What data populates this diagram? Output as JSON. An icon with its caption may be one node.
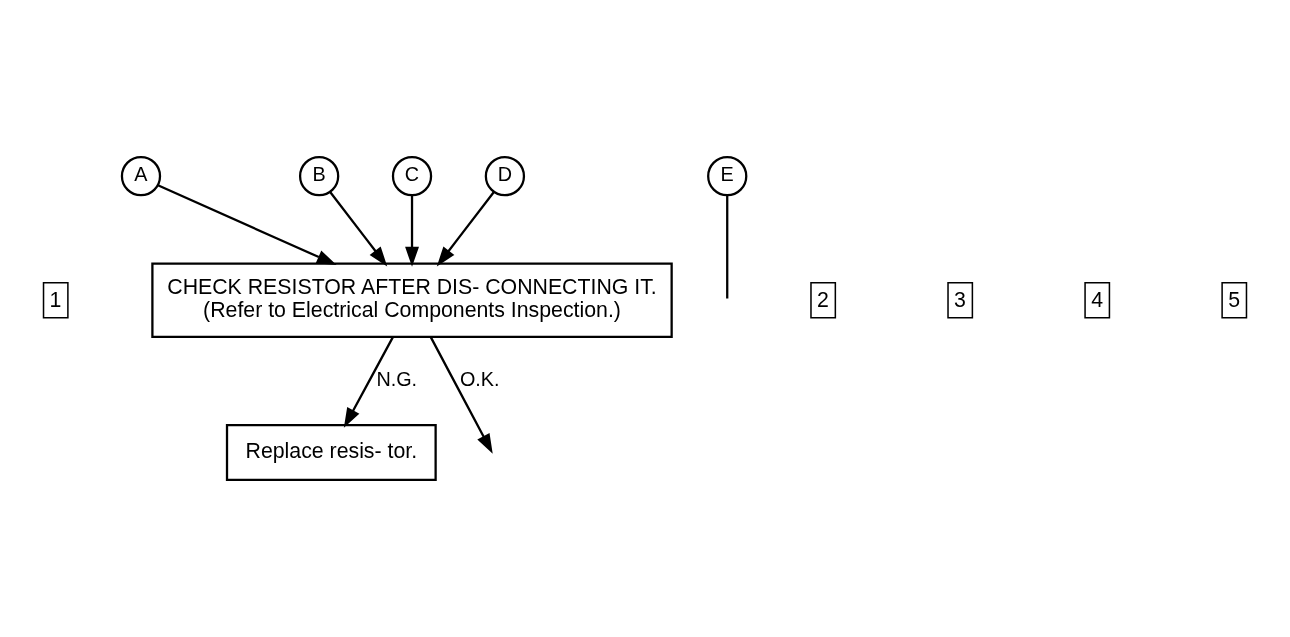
{
  "diagram": {
    "nodes": [
      {
        "text": [
          "A"
        ]
      },
      {
        "text": [
          "B"
        ]
      },
      {
        "text": [
          "C"
        ]
      },
      {
        "text": [
          "D"
        ]
      },
      {
        "text": [
          "E"
        ]
      },
      {
        "text": [
          "CHECK RESISTOR AFTER DIS- CONNECTING IT.",
          "(Refer to Electrical Components Inspection.)"
        ]
      },
      {
        "text": [
          "Replace resis- tor."
        ]
      }
    ],
    "edges": [
      {
        "from": 0,
        "to": 5,
        "arrow": "to"
      },
      {
        "from": 1,
        "to": 5,
        "arrow": "to"
      },
      {
        "from": 2,
        "to": 5,
        "arrow": "to"
      },
      {
        "from": 3,
        "to": 5,
        "arrow": "to"
      },
      {
        "from": 5,
        "to": 6,
        "arrow": "to",
        "label": "N.G."
      },
      {
        "from": 5,
        "to": null,
        "arrow": "to",
        "label": "O.K."
      },
      {
        "from": 4,
        "to": null,
        "arrow": "none"
      }
    ],
    "labels": [
      "1",
      "2",
      "3",
      "4",
      "5"
    ]
  }
}
